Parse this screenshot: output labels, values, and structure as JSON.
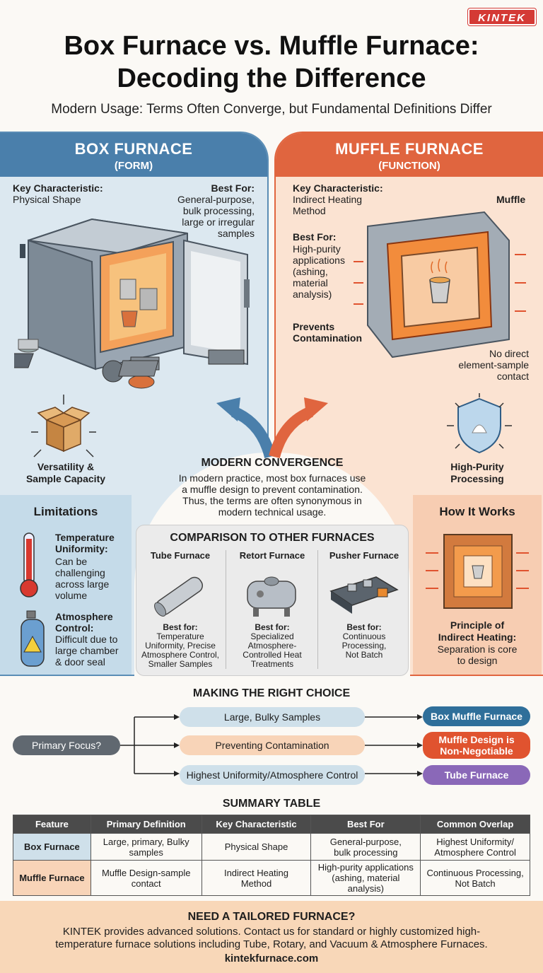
{
  "brand": "KINTEK",
  "title_line1": "Box Furnace vs. Muffle Furnace:",
  "title_line2": "Decoding the Difference",
  "subtitle": "Modern Usage: Terms Often Converge, but Fundamental Definitions Differ",
  "box": {
    "heading": "BOX FURNACE",
    "subheading": "(FORM)",
    "key_label": "Key Characteristic:",
    "key_value": "Physical Shape",
    "best_label": "Best For:",
    "best_value": [
      "General-purpose,",
      "bulk processing,",
      "large or irregular",
      "samples"
    ],
    "versatility": [
      "Versatility &",
      "Sample Capacity"
    ],
    "limitations_title": "Limitations",
    "temp_title": [
      "Temperature",
      "Uniformity:"
    ],
    "temp_text": [
      "Can be",
      "challenging",
      "across large",
      "volume"
    ],
    "atm_title": [
      "Atmosphere",
      "Control:"
    ],
    "atm_text": [
      "Difficult due to",
      "large chamber",
      "& door seal"
    ]
  },
  "muffle": {
    "heading": "MUFFLE FURNACE",
    "subheading": "(FUNCTION)",
    "key_label": "Key Characteristic:",
    "key_value": [
      "Indirect Heating",
      "Method"
    ],
    "muffle_label": "Muffle",
    "best_label": "Best For:",
    "best_value": [
      "High-purity",
      "applications",
      "(ashing,",
      "material",
      "analysis)"
    ],
    "prevents": [
      "Prevents",
      "Contamination"
    ],
    "no_contact": [
      "No direct",
      "element-sample",
      "contact"
    ],
    "purity": [
      "High-Purity",
      "Processing"
    ],
    "how_title": "How It Works",
    "principle_title": [
      "Principle of",
      "Indirect Heating:"
    ],
    "principle_text": [
      "Separation is core",
      "to design"
    ]
  },
  "convergence": {
    "title": "MODERN CONVERGENCE",
    "text": [
      "In modern practice, most box furnaces use",
      "a muffle design to prevent contamination.",
      "Thus, the terms are often synonymous in",
      "modern technical usage."
    ]
  },
  "comparison": {
    "title": "COMPARISON TO OTHER FURNACES",
    "items": [
      {
        "name": "Tube Furnace",
        "best": "Best for:",
        "desc": [
          "Temperature",
          "Uniformity, Precise",
          "Atmosphere Control,",
          "Smaller Samples"
        ]
      },
      {
        "name": "Retort Furnace",
        "best": "Best for:",
        "desc": [
          "Specialized",
          "Atmosphere-",
          "Controlled Heat",
          "Treatments"
        ]
      },
      {
        "name": "Pusher Furnace",
        "best": "Best for:",
        "desc": [
          "Continuous",
          "Processing,",
          "Not Batch"
        ]
      }
    ]
  },
  "choice": {
    "title": "MAKING THE RIGHT CHOICE",
    "root": "Primary Focus?",
    "options": [
      {
        "label": "Large, Bulky Samples",
        "result": "Box Muffle Furnace",
        "color": "#2f6f9a",
        "bg": "#cfe0ea"
      },
      {
        "label": "Preventing Contamination",
        "result": [
          "Muffle Design is",
          "Non-Negotiable"
        ],
        "color": "#e0532f",
        "bg": "#f8d4b8"
      },
      {
        "label": "Highest Uniformity/Atmosphere Control",
        "result": "Tube Furnace",
        "color": "#8a68b8",
        "bg": "#cfe0ea"
      }
    ]
  },
  "summary": {
    "title": "SUMMARY TABLE",
    "headers": [
      "Feature",
      "Primary Definition",
      "Key Characteristic",
      "Best For",
      "Common Overlap"
    ],
    "rows": [
      [
        "Box Furnace",
        [
          "Large, primary, Bulky",
          "samples"
        ],
        [
          "Physical Shape"
        ],
        [
          "General-purpose,",
          "bulk processing"
        ],
        [
          "Highest Uniformity/",
          "Atmosphere Control"
        ]
      ],
      [
        "Muffle Furnace",
        [
          "Muffle Design-sample",
          "contact"
        ],
        [
          "Indirect Heating",
          "Method"
        ],
        [
          "High-purity applications",
          "(ashing, material analysis)"
        ],
        [
          "Continuous Processing,",
          "Not Batch"
        ]
      ]
    ]
  },
  "footer": {
    "title": "NEED A TAILORED FURNACE?",
    "text": [
      "KINTEK provides advanced solutions. Contact us for standard or highly customized high-",
      "temperature furnace solutions including Tube, Rotary, and Vacuum & Atmosphere Furnaces."
    ],
    "url": "kintekfurnace.com"
  }
}
